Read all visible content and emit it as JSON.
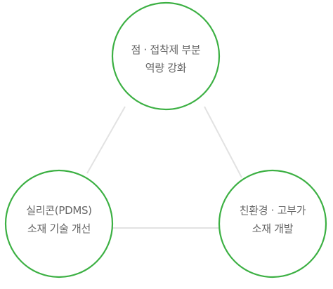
{
  "colors": {
    "circle_stroke": "#3cb043",
    "connector": "#e2e2e2",
    "text": "#666666"
  },
  "nodes": {
    "top": {
      "line1": "점 · 접착제 부분",
      "line2": "역량 강화"
    },
    "left": {
      "line1": "실리콘(PDMS)",
      "line2": "소재 기술 개선"
    },
    "right": {
      "line1": "친환경 · 고부가",
      "line2": "소재 개발"
    }
  }
}
